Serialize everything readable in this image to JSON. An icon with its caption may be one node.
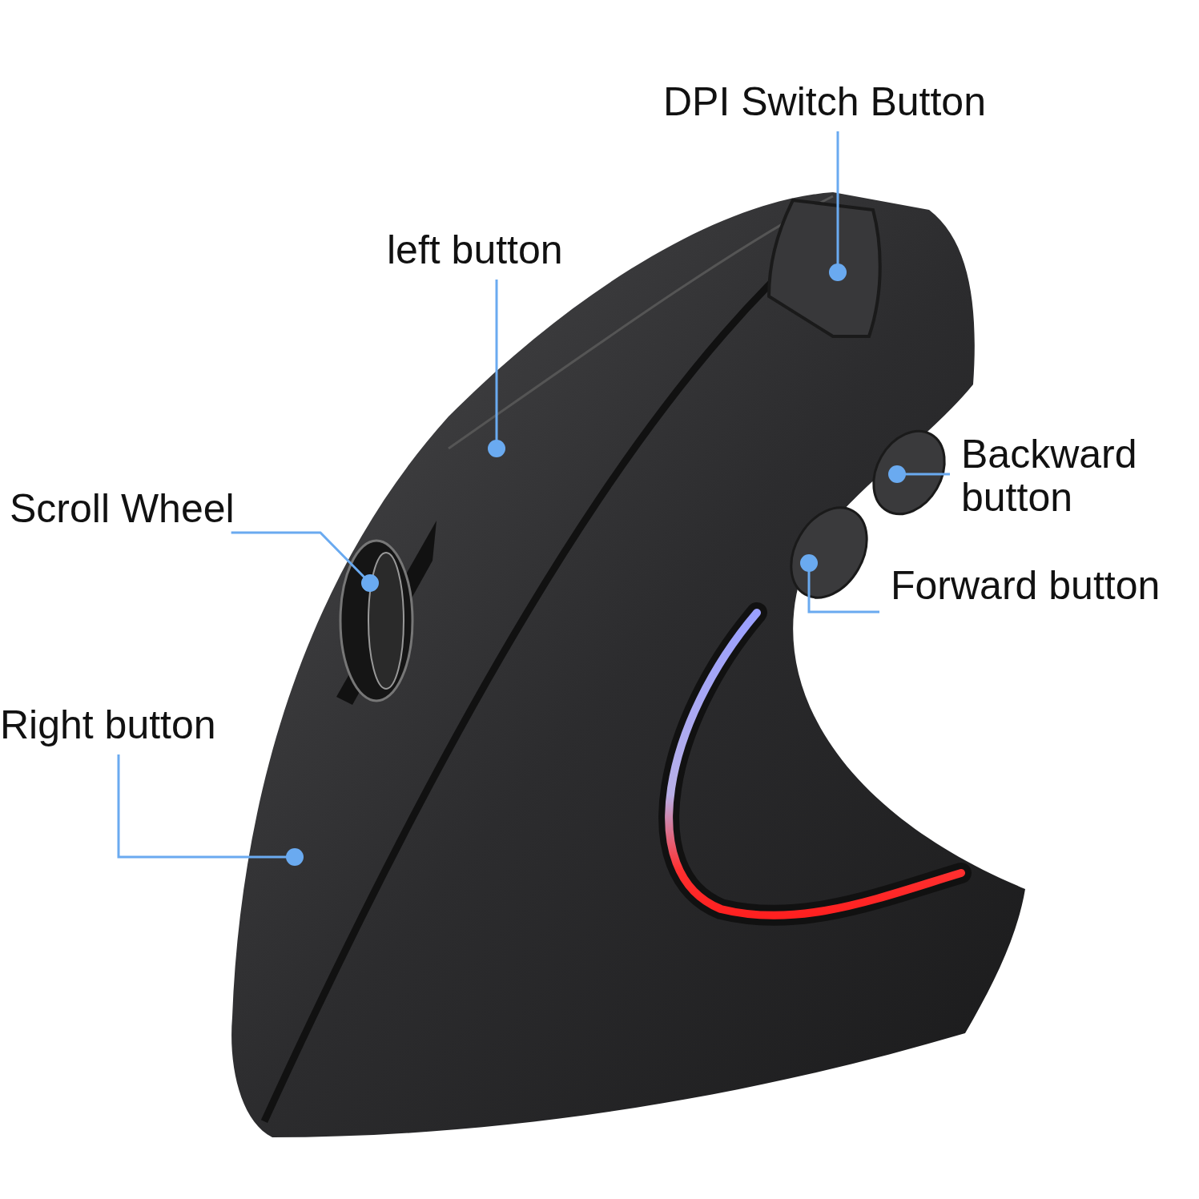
{
  "diagram": {
    "nodes": [
      {
        "text": [
          "DPI Switch Button"
        ]
      },
      {
        "text": [
          "left button"
        ]
      },
      {
        "text": [
          "Scroll Wheel"
        ]
      },
      {
        "text": [
          "Backward button"
        ]
      },
      {
        "text": [
          "Forward button"
        ]
      },
      {
        "text": [
          "Right button"
        ]
      }
    ],
    "edges": [
      {
        "from": 0,
        "to": null,
        "arrow": "other"
      },
      {
        "from": 1,
        "to": null,
        "arrow": "other"
      },
      {
        "from": 2,
        "to": null,
        "arrow": "other"
      },
      {
        "from": 3,
        "to": null,
        "arrow": "other"
      },
      {
        "from": 4,
        "to": null,
        "arrow": "other"
      },
      {
        "from": 5,
        "to": null,
        "arrow": "other"
      }
    ]
  }
}
